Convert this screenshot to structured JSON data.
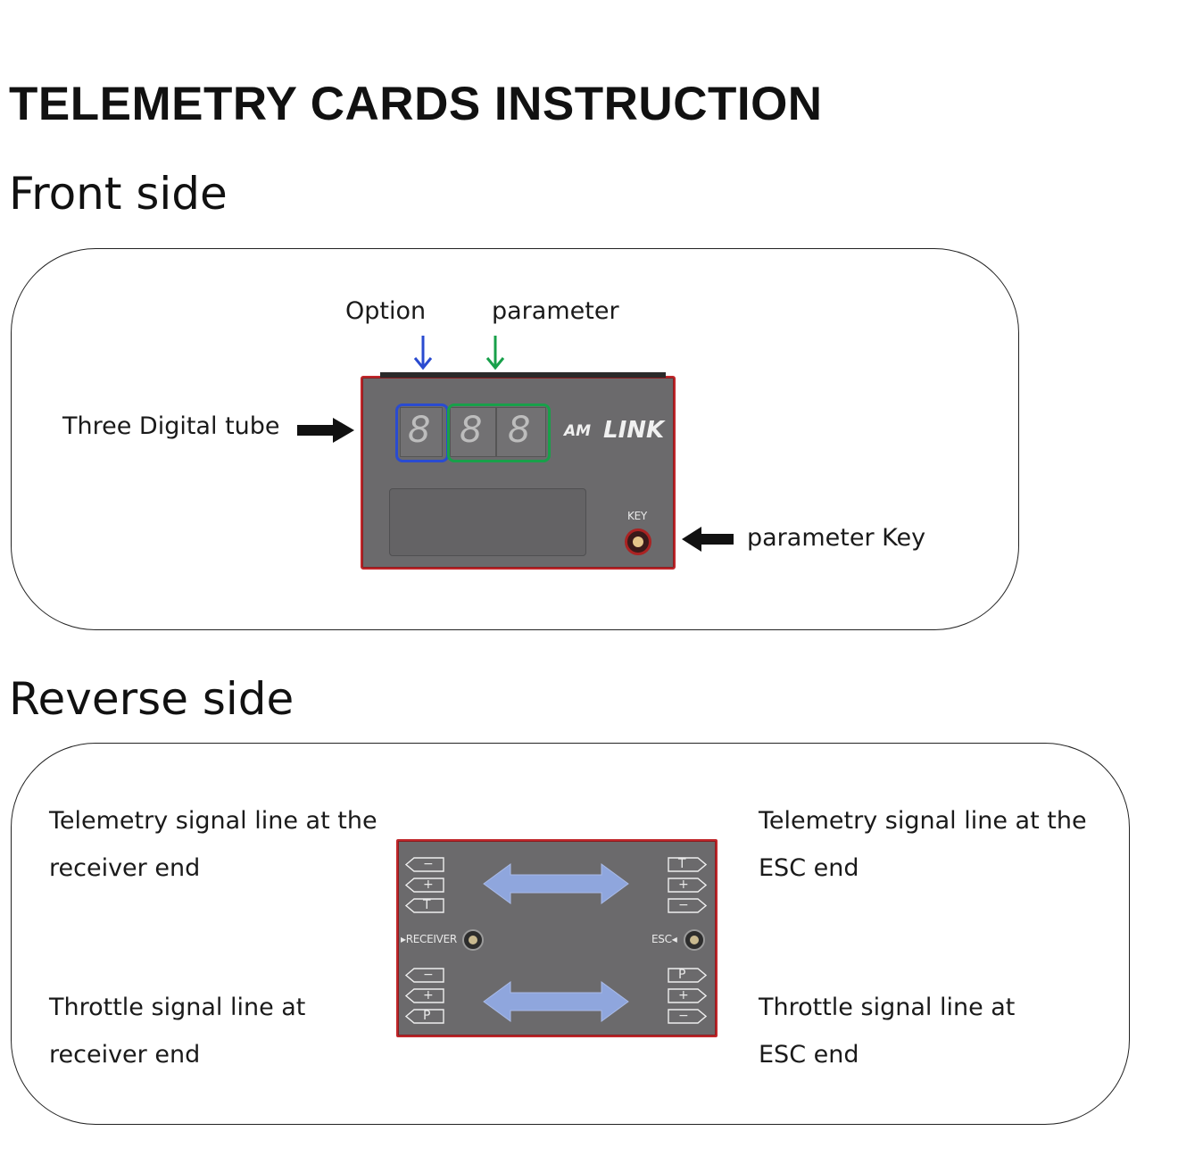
{
  "title": "TELEMETRY CARDS INSTRUCTION",
  "front": {
    "heading": "Front side",
    "option_label": "Option",
    "parameter_label": "parameter",
    "tube_label": "Three Digital tube",
    "key_label": "parameter Key",
    "device": {
      "logo_prefix": "AM",
      "logo_main": "LINK",
      "key_text": "KEY",
      "digits": [
        "8",
        "8",
        "8"
      ]
    }
  },
  "reverse": {
    "heading": "Reverse side",
    "telemetry_receiver": [
      "Telemetry signal line at the",
      "receiver end"
    ],
    "telemetry_esc": [
      "Telemetry signal line at the",
      "ESC end"
    ],
    "throttle_receiver": [
      "Throttle signal line at",
      "receiver end"
    ],
    "throttle_esc": [
      "Throttle signal line at",
      "ESC end"
    ],
    "device": {
      "receiver_text": "RECEIVER",
      "esc_text": "ESC",
      "pins_left_top": [
        "−",
        "+",
        "T"
      ],
      "pins_right_top": [
        "T",
        "+",
        "−"
      ],
      "pins_left_bottom": [
        "−",
        "+",
        "P"
      ],
      "pins_right_bottom": [
        "P",
        "+",
        "−"
      ]
    }
  },
  "colors": {
    "option_box": "#2a4bd0",
    "parameter_box": "#18a04a",
    "card_body": "#6b6a6c",
    "card_edge": "#c0262a",
    "double_arrow": "#8fa6dd"
  }
}
